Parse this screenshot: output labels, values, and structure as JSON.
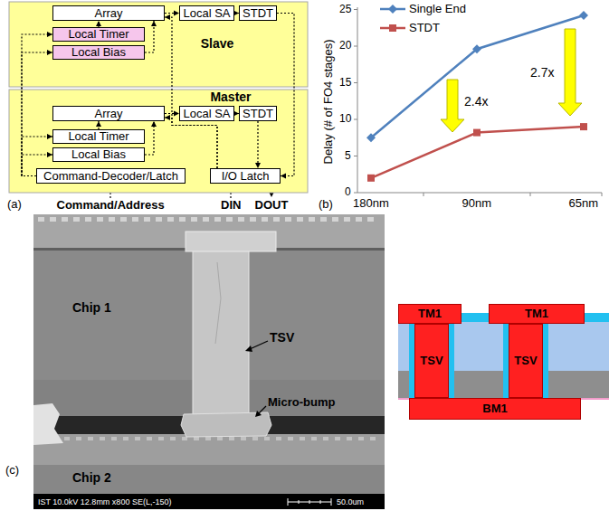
{
  "diagram": {
    "nodes": [
      {
        "text": [
          "Slave"
        ]
      },
      {
        "text": [
          "Array"
        ],
        "in": 0
      },
      {
        "text": [
          "Local SA"
        ],
        "in": 0
      },
      {
        "text": [
          "STDT"
        ],
        "in": 0
      },
      {
        "text": [
          "Local Timer"
        ],
        "in": 0
      },
      {
        "text": [
          "Local Bias"
        ],
        "in": 0
      },
      {
        "text": [
          "Master"
        ]
      },
      {
        "text": [
          "Array"
        ],
        "in": 6
      },
      {
        "text": [
          "Local SA"
        ],
        "in": 6
      },
      {
        "text": [
          "STDT"
        ],
        "in": 6
      },
      {
        "text": [
          "Local Timer"
        ],
        "in": 6
      },
      {
        "text": [
          "Local Bias"
        ],
        "in": 6
      },
      {
        "text": [
          "Command-Decoder/Latch"
        ],
        "in": 6
      },
      {
        "text": [
          "I/O Latch"
        ],
        "in": 6
      },
      {
        "text": [
          "TM1"
        ]
      },
      {
        "text": [
          "TM1"
        ]
      },
      {
        "text": [
          "TSV"
        ]
      },
      {
        "text": [
          "TSV"
        ]
      },
      {
        "text": [
          "BM1"
        ]
      }
    ],
    "edges": [
      {
        "from": 1,
        "to": 2,
        "arrow": "to"
      },
      {
        "from": 2,
        "to": 3,
        "arrow": "to"
      },
      {
        "from": 4,
        "to": 1,
        "arrow": "to"
      },
      {
        "from": 5,
        "to": 1,
        "arrow": "to"
      },
      {
        "from": 7,
        "to": 8,
        "arrow": "to"
      },
      {
        "from": 8,
        "to": 9,
        "arrow": "to"
      },
      {
        "from": 10,
        "to": 7,
        "arrow": "to"
      },
      {
        "from": 11,
        "to": 7,
        "arrow": "to"
      },
      {
        "from": 12,
        "to": 4,
        "arrow": "to"
      },
      {
        "from": 12,
        "to": 5,
        "arrow": "to"
      },
      {
        "from": 12,
        "to": 10,
        "arrow": "to"
      },
      {
        "from": 12,
        "to": 11,
        "arrow": "to"
      },
      {
        "from": 13,
        "to": 7,
        "arrow": "to"
      },
      {
        "from": 13,
        "to": 1,
        "arrow": "to"
      },
      {
        "from": 3,
        "to": 13,
        "arrow": "to"
      },
      {
        "from": 9,
        "to": 13,
        "arrow": "to"
      }
    ],
    "labels": [
      "(a)",
      "Command/Address",
      "DIN",
      "DOUT",
      "(b)",
      "Delay (# of FO4 stages)",
      "0",
      "5",
      "10",
      "15",
      "20",
      "25",
      "180nm",
      "90nm",
      "65nm",
      "2.4x",
      "2.7x",
      "(c)",
      "Chip 1",
      "TSV",
      "Micro-bump",
      "Chip 2",
      "IST 10.0kV 12.8mm x800 SE(L,-150)",
      "50.0um"
    ],
    "legend": [
      {
        "text": "Single End"
      },
      {
        "text": "STDT"
      }
    ]
  }
}
